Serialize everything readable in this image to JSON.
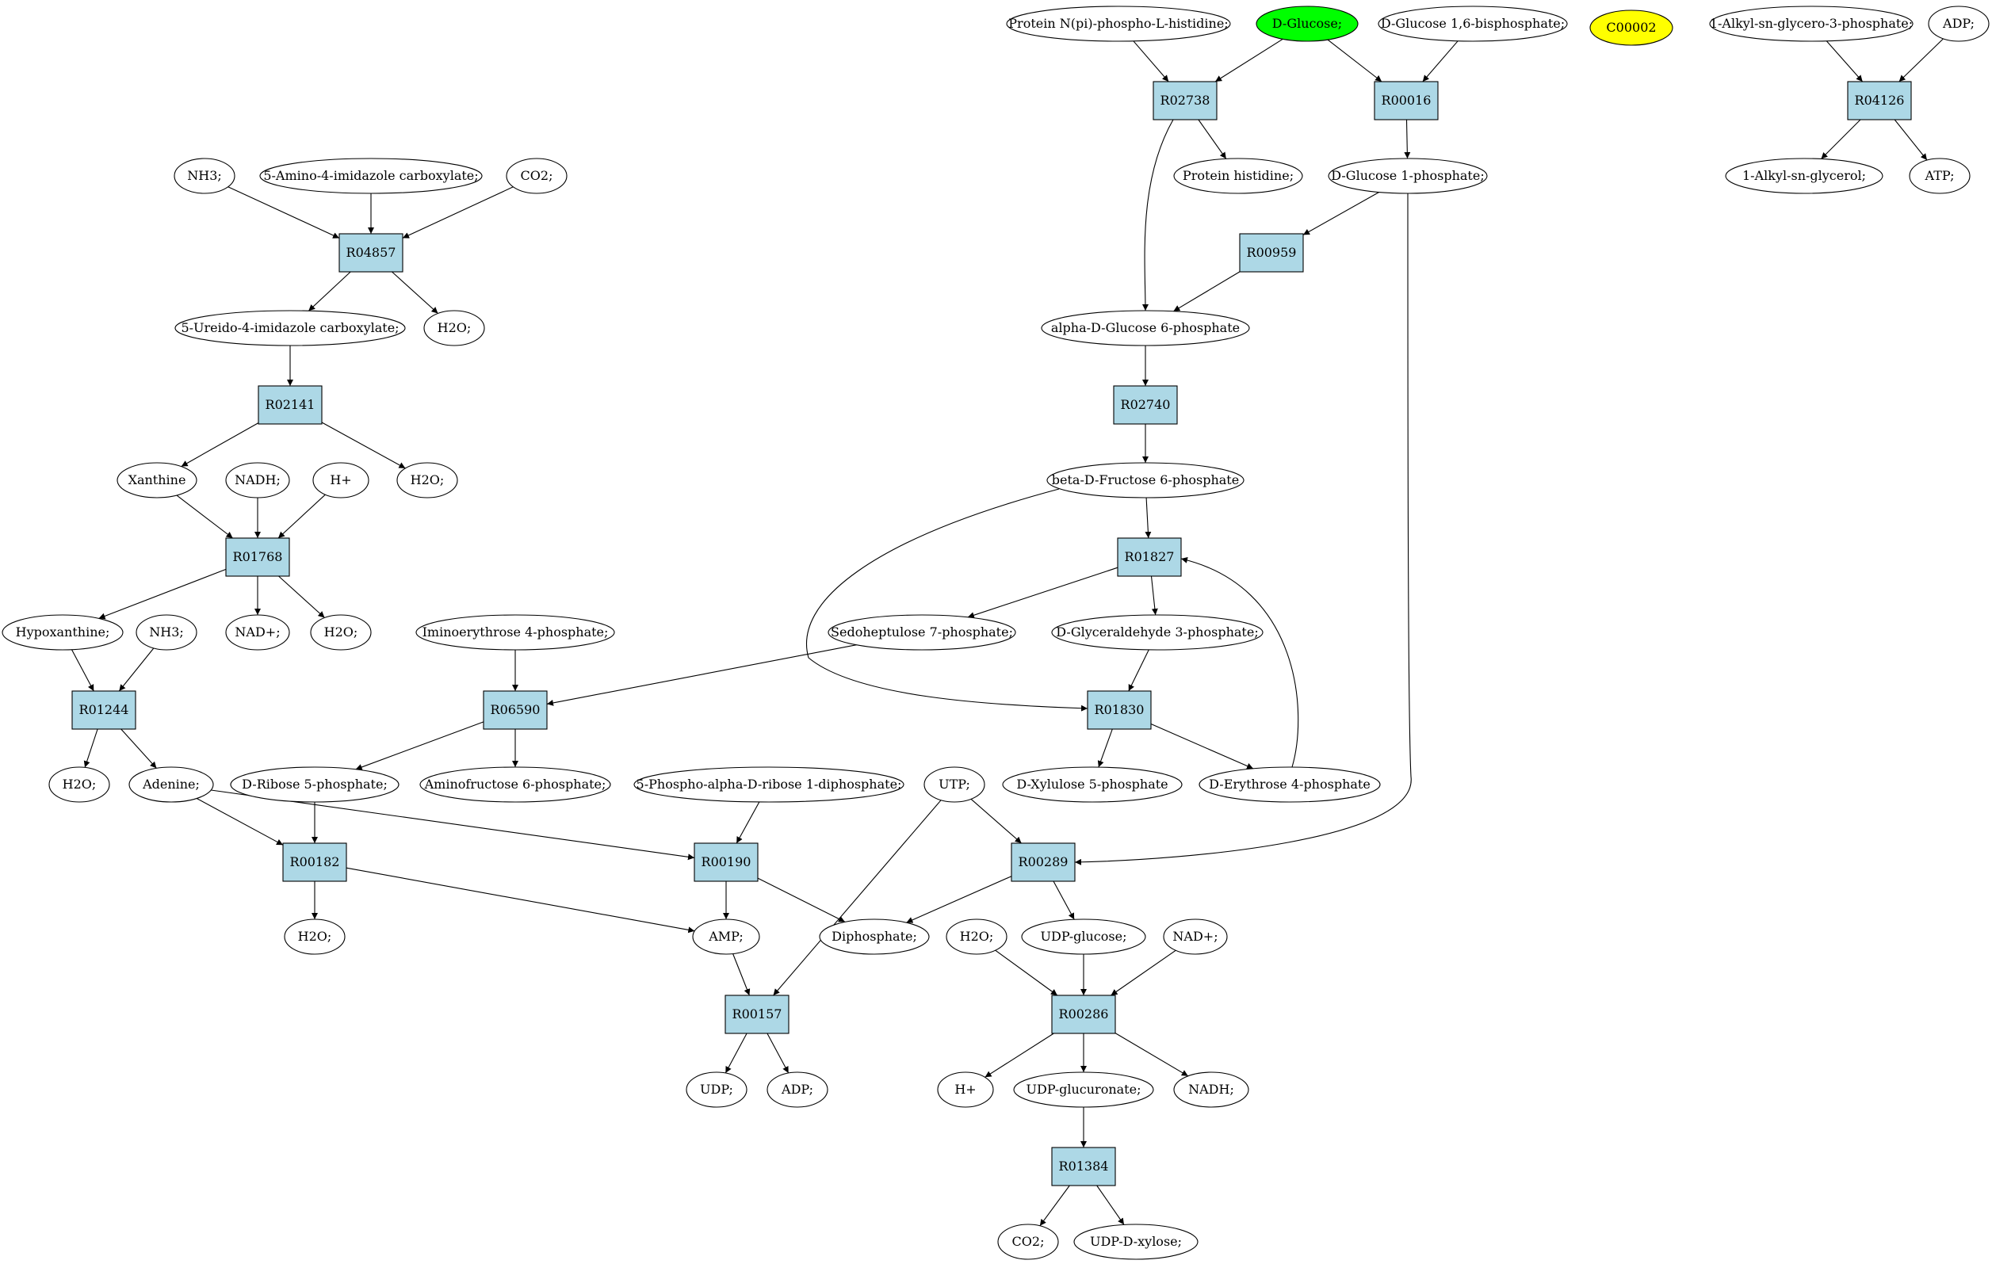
{
  "colors": {
    "background": "#ffffff",
    "compound_fill": "#ffffff",
    "reaction_fill": "#add8e6",
    "highlight_green": "#00ff00",
    "highlight_yellow": "#ffff00",
    "stroke": "#000000"
  },
  "reactions": [
    {
      "id": "R02738",
      "label": "R02738"
    },
    {
      "id": "R00016",
      "label": "R00016"
    },
    {
      "id": "R04126",
      "label": "R04126"
    },
    {
      "id": "R04857",
      "label": "R04857"
    },
    {
      "id": "R00959",
      "label": "R00959"
    },
    {
      "id": "R02141",
      "label": "R02141"
    },
    {
      "id": "R02740",
      "label": "R02740"
    },
    {
      "id": "R01768",
      "label": "R01768"
    },
    {
      "id": "R01827",
      "label": "R01827"
    },
    {
      "id": "R01244",
      "label": "R01244"
    },
    {
      "id": "R06590",
      "label": "R06590"
    },
    {
      "id": "R01830",
      "label": "R01830"
    },
    {
      "id": "R00182",
      "label": "R00182"
    },
    {
      "id": "R00190",
      "label": "R00190"
    },
    {
      "id": "R00289",
      "label": "R00289"
    },
    {
      "id": "R00157",
      "label": "R00157"
    },
    {
      "id": "R00286",
      "label": "R00286"
    },
    {
      "id": "R01384",
      "label": "R01384"
    }
  ],
  "compounds": [
    {
      "id": "c_protein_nphis",
      "label": "Protein N(pi)-phospho-L-histidine;"
    },
    {
      "id": "c_dglucose",
      "label": "D-Glucose;",
      "highlight": "green"
    },
    {
      "id": "c_dglc16bp",
      "label": "D-Glucose 1,6-bisphosphate;"
    },
    {
      "id": "c_c00002",
      "label": "C00002",
      "highlight": "yellow"
    },
    {
      "id": "c_alkylg3p",
      "label": "1-Alkyl-sn-glycero-3-phosphate;"
    },
    {
      "id": "c_adp_top",
      "label": "ADP;"
    },
    {
      "id": "c_protein_his",
      "label": "Protein histidine;"
    },
    {
      "id": "c_dglc1p",
      "label": "D-Glucose 1-phosphate;"
    },
    {
      "id": "c_alkylglycerol",
      "label": "1-Alkyl-sn-glycerol;"
    },
    {
      "id": "c_atp_top",
      "label": "ATP;"
    },
    {
      "id": "c_nh3_a",
      "label": "NH3;"
    },
    {
      "id": "c_aica",
      "label": "5-Amino-4-imidazole carboxylate;"
    },
    {
      "id": "c_co2_a",
      "label": "CO2;"
    },
    {
      "id": "c_ureido",
      "label": "5-Ureido-4-imidazole carboxylate;"
    },
    {
      "id": "c_h2o_a",
      "label": "H2O;"
    },
    {
      "id": "c_ag6p",
      "label": "alpha-D-Glucose 6-phosphate"
    },
    {
      "id": "c_xanthine",
      "label": "Xanthine"
    },
    {
      "id": "c_nadh_a",
      "label": "NADH;"
    },
    {
      "id": "c_hplus_a",
      "label": "H+"
    },
    {
      "id": "c_h2o_b",
      "label": "H2O;"
    },
    {
      "id": "c_bf6p",
      "label": "beta-D-Fructose 6-phosphate"
    },
    {
      "id": "c_hypoxanthine",
      "label": "Hypoxanthine;"
    },
    {
      "id": "c_nh3_b",
      "label": "NH3;"
    },
    {
      "id": "c_nadplus_a",
      "label": "NAD+;"
    },
    {
      "id": "c_h2o_c",
      "label": "H2O;"
    },
    {
      "id": "c_iminoery",
      "label": "Iminoerythrose 4-phosphate;"
    },
    {
      "id": "c_sedo7p",
      "label": "Sedoheptulose 7-phosphate;"
    },
    {
      "id": "c_gap",
      "label": "D-Glyceraldehyde 3-phosphate;"
    },
    {
      "id": "c_h2o_d",
      "label": "H2O;"
    },
    {
      "id": "c_adenine",
      "label": "Adenine;"
    },
    {
      "id": "c_r5p",
      "label": "D-Ribose 5-phosphate;"
    },
    {
      "id": "c_aminofru6p",
      "label": "Aminofructose 6-phosphate;"
    },
    {
      "id": "c_prpp",
      "label": "5-Phospho-alpha-D-ribose 1-diphosphate;"
    },
    {
      "id": "c_utp",
      "label": "UTP;"
    },
    {
      "id": "c_xu5p",
      "label": "D-Xylulose 5-phosphate"
    },
    {
      "id": "c_e4p",
      "label": "D-Erythrose 4-phosphate"
    },
    {
      "id": "c_h2o_e",
      "label": "H2O;"
    },
    {
      "id": "c_amp",
      "label": "AMP;"
    },
    {
      "id": "c_diphosphate",
      "label": "Diphosphate;"
    },
    {
      "id": "c_h2o_f",
      "label": "H2O;"
    },
    {
      "id": "c_udpglc",
      "label": "UDP-glucose;"
    },
    {
      "id": "c_nadplus_b",
      "label": "NAD+;"
    },
    {
      "id": "c_udp",
      "label": "UDP;"
    },
    {
      "id": "c_adp_b",
      "label": "ADP;"
    },
    {
      "id": "c_hplus_b",
      "label": "H+"
    },
    {
      "id": "c_udpglcA",
      "label": "UDP-glucuronate;"
    },
    {
      "id": "c_nadh_b",
      "label": "NADH;"
    },
    {
      "id": "c_co2_b",
      "label": "CO2;"
    },
    {
      "id": "c_udpxyl",
      "label": "UDP-D-xylose;"
    }
  ],
  "edges": [
    [
      "c_protein_nphis",
      "R02738"
    ],
    [
      "c_dglucose",
      "R02738"
    ],
    [
      "R02738",
      "c_protein_his"
    ],
    [
      "R02738",
      "c_ag6p"
    ],
    [
      "c_dglucose",
      "R00016"
    ],
    [
      "c_dglc16bp",
      "R00016"
    ],
    [
      "R00016",
      "c_dglc1p"
    ],
    [
      "c_alkylg3p",
      "R04126"
    ],
    [
      "c_adp_top",
      "R04126"
    ],
    [
      "R04126",
      "c_alkylglycerol"
    ],
    [
      "R04126",
      "c_atp_top"
    ],
    [
      "c_dglc1p",
      "R00959"
    ],
    [
      "R00959",
      "c_ag6p"
    ],
    [
      "c_ag6p",
      "R02740"
    ],
    [
      "R02740",
      "c_bf6p"
    ],
    [
      "c_bf6p",
      "R01827"
    ],
    [
      "R01827",
      "c_sedo7p"
    ],
    [
      "R01827",
      "c_gap"
    ],
    [
      "c_gap",
      "R01830"
    ],
    [
      "c_bf6p",
      "R01830"
    ],
    [
      "R01830",
      "c_xu5p"
    ],
    [
      "R01830",
      "c_e4p"
    ],
    [
      "c_e4p",
      "R01827"
    ],
    [
      "c_nh3_a",
      "R04857"
    ],
    [
      "c_aica",
      "R04857"
    ],
    [
      "c_co2_a",
      "R04857"
    ],
    [
      "R04857",
      "c_ureido"
    ],
    [
      "R04857",
      "c_h2o_a"
    ],
    [
      "c_ureido",
      "R02141"
    ],
    [
      "R02141",
      "c_xanthine"
    ],
    [
      "R02141",
      "c_h2o_b"
    ],
    [
      "c_xanthine",
      "R01768"
    ],
    [
      "c_nadh_a",
      "R01768"
    ],
    [
      "c_hplus_a",
      "R01768"
    ],
    [
      "R01768",
      "c_hypoxanthine"
    ],
    [
      "R01768",
      "c_nadplus_a"
    ],
    [
      "R01768",
      "c_h2o_c"
    ],
    [
      "c_hypoxanthine",
      "R01244"
    ],
    [
      "c_nh3_b",
      "R01244"
    ],
    [
      "R01244",
      "c_h2o_d"
    ],
    [
      "R01244",
      "c_adenine"
    ],
    [
      "c_iminoery",
      "R06590"
    ],
    [
      "c_sedo7p",
      "R06590"
    ],
    [
      "R06590",
      "c_r5p"
    ],
    [
      "R06590",
      "c_aminofru6p"
    ],
    [
      "c_adenine",
      "R00182"
    ],
    [
      "c_r5p",
      "R00182"
    ],
    [
      "R00182",
      "c_h2o_e"
    ],
    [
      "R00182",
      "c_amp"
    ],
    [
      "c_adenine",
      "R00190"
    ],
    [
      "c_prpp",
      "R00190"
    ],
    [
      "R00190",
      "c_amp"
    ],
    [
      "R00190",
      "c_diphosphate"
    ],
    [
      "c_utp",
      "R00289"
    ],
    [
      "c_dglc1p",
      "R00289"
    ],
    [
      "R00289",
      "c_diphosphate"
    ],
    [
      "R00289",
      "c_udpglc"
    ],
    [
      "c_amp",
      "R00157"
    ],
    [
      "c_utp",
      "R00157"
    ],
    [
      "R00157",
      "c_udp"
    ],
    [
      "R00157",
      "c_adp_b"
    ],
    [
      "c_h2o_f",
      "R00286"
    ],
    [
      "c_udpglc",
      "R00286"
    ],
    [
      "c_nadplus_b",
      "R00286"
    ],
    [
      "R00286",
      "c_hplus_b"
    ],
    [
      "R00286",
      "c_udpglcA"
    ],
    [
      "R00286",
      "c_nadh_b"
    ],
    [
      "c_udpglcA",
      "R01384"
    ],
    [
      "R01384",
      "c_co2_b"
    ],
    [
      "R01384",
      "c_udpxyl"
    ]
  ]
}
